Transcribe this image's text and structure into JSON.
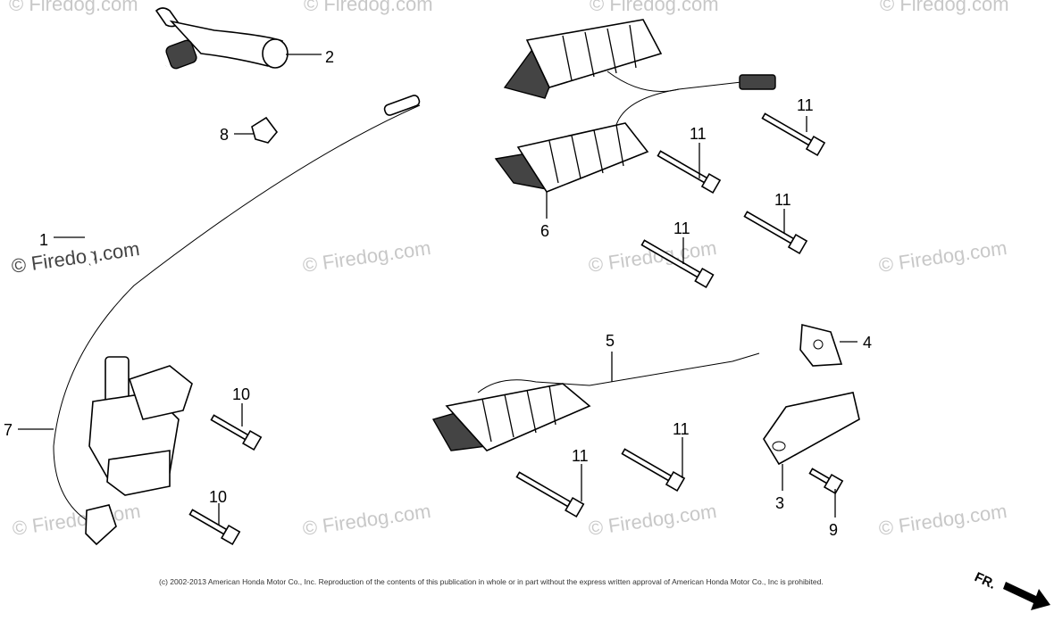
{
  "watermark": "© Firedog.com",
  "watermark_dark": "© Firedog.com",
  "copyright": "(c) 2002-2013 American Honda Motor Co., Inc. Reproduction of the contents of this publication in whole or in part without the express written approval of American Honda Motor Co., Inc is prohibited.",
  "direction_label": "FR.",
  "callouts": {
    "c1": "1",
    "c2": "2",
    "c3": "3",
    "c4": "4",
    "c5": "5",
    "c6": "6",
    "c7": "7",
    "c8": "8",
    "c9": "9",
    "c10a": "10",
    "c10b": "10",
    "c11a": "11",
    "c11b": "11",
    "c11c": "11",
    "c11d": "11",
    "c11e": "11",
    "c11f": "11"
  }
}
